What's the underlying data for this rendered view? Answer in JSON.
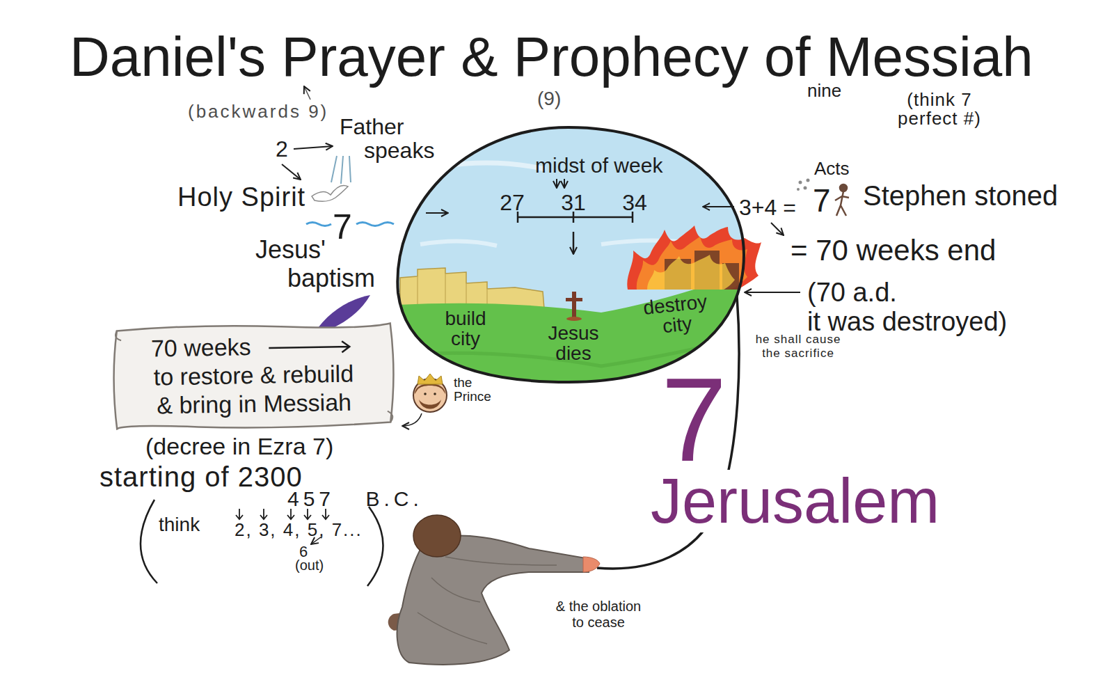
{
  "diagram": {
    "title": "Daniel's Prayer & Prophecy of Messiah",
    "nodes": [
      {
        "text": [
          "midst of week",
          "27",
          "31",
          "34",
          "build city",
          "Jesus dies",
          "destroy city"
        ]
      },
      {
        "text": [
          "70 weeks to restore & rebuild & bring in Messiah"
        ]
      }
    ],
    "labels": [
      "(backwards 9)",
      "(9)",
      "nine",
      "(think 7 perfect #)",
      "2",
      "Father speaks",
      "Holy Spirit",
      "7",
      "Jesus' baptism",
      "Acts",
      "3+4 =",
      "7",
      "Stephen stoned",
      "= 70 weeks end",
      "(70 a.d. it was destroyed)",
      "he shall cause the sacrifice",
      "the Prince",
      "(decree in Ezra 7)",
      "starting of 2300",
      "457 B.C.",
      "think",
      "2, 3, 4, 5, 7...",
      "6",
      "(out)",
      "7",
      "Jerusalem",
      "& the oblation to cease"
    ]
  }
}
